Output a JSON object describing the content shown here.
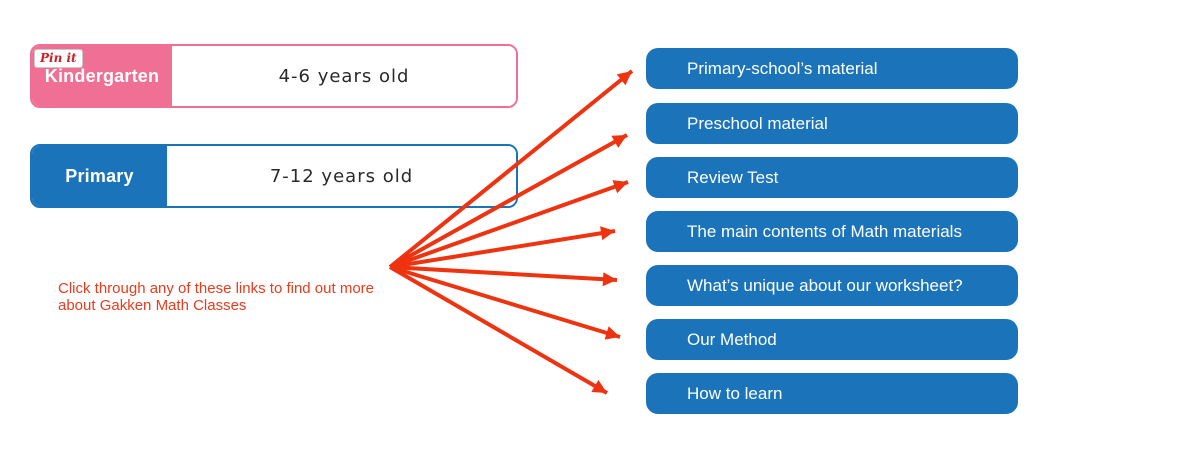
{
  "cards": [
    {
      "badge": "Pin it",
      "label": "Kindergarten",
      "age": "4-6 years old"
    },
    {
      "label": "Primary",
      "age": "7-12 years old"
    }
  ],
  "caption": "Click through any of these links to find out more\nabout Gakken Math Classes",
  "links": [
    {
      "label": "Primary-school’s material"
    },
    {
      "label": "Preschool material"
    },
    {
      "label": "Review Test"
    },
    {
      "label": "The main contents of Math materials"
    },
    {
      "label": "What’s unique about our worksheet?"
    },
    {
      "label": "Our Method"
    },
    {
      "label": "How to learn"
    }
  ],
  "colors": {
    "pink": "#f07095",
    "blue": "#1b74ba",
    "arrow_red": "#ee3310",
    "caption_red": "#e73c1e",
    "pinit_red": "#cb2027"
  }
}
